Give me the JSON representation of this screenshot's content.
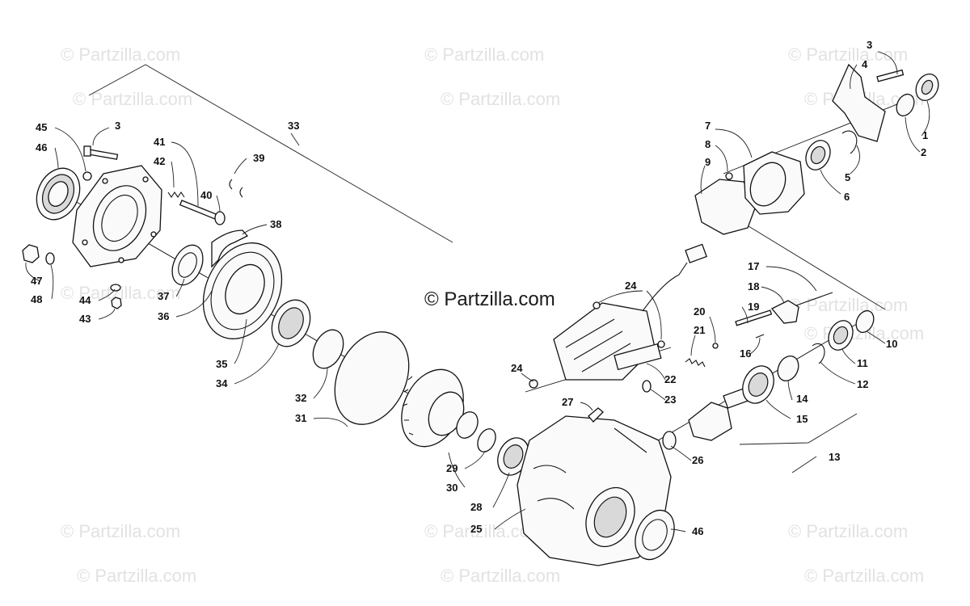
{
  "watermarks": {
    "small_text": "© Partzilla.com",
    "center_text": "© Partzilla.com"
  },
  "callouts": [
    {
      "id": "c1",
      "label": "1"
    },
    {
      "id": "c2",
      "label": "2"
    },
    {
      "id": "c3a",
      "label": "3"
    },
    {
      "id": "c4",
      "label": "4"
    },
    {
      "id": "c5",
      "label": "5"
    },
    {
      "id": "c6",
      "label": "6"
    },
    {
      "id": "c7",
      "label": "7"
    },
    {
      "id": "c8",
      "label": "8"
    },
    {
      "id": "c9",
      "label": "9"
    },
    {
      "id": "c10",
      "label": "10"
    },
    {
      "id": "c11",
      "label": "11"
    },
    {
      "id": "c12",
      "label": "12"
    },
    {
      "id": "c13",
      "label": "13"
    },
    {
      "id": "c14",
      "label": "14"
    },
    {
      "id": "c15",
      "label": "15"
    },
    {
      "id": "c16",
      "label": "16"
    },
    {
      "id": "c17",
      "label": "17"
    },
    {
      "id": "c18",
      "label": "18"
    },
    {
      "id": "c19",
      "label": "19"
    },
    {
      "id": "c20",
      "label": "20"
    },
    {
      "id": "c21",
      "label": "21"
    },
    {
      "id": "c22",
      "label": "22"
    },
    {
      "id": "c23",
      "label": "23"
    },
    {
      "id": "c24a",
      "label": "24"
    },
    {
      "id": "c24b",
      "label": "24"
    },
    {
      "id": "c25",
      "label": "25"
    },
    {
      "id": "c26",
      "label": "26"
    },
    {
      "id": "c27",
      "label": "27"
    },
    {
      "id": "c28",
      "label": "28"
    },
    {
      "id": "c29",
      "label": "29"
    },
    {
      "id": "c30",
      "label": "30"
    },
    {
      "id": "c31",
      "label": "31"
    },
    {
      "id": "c32",
      "label": "32"
    },
    {
      "id": "c33",
      "label": "33"
    },
    {
      "id": "c34",
      "label": "34"
    },
    {
      "id": "c35",
      "label": "35"
    },
    {
      "id": "c36",
      "label": "36"
    },
    {
      "id": "c37",
      "label": "37"
    },
    {
      "id": "c38",
      "label": "38"
    },
    {
      "id": "c39",
      "label": "39"
    },
    {
      "id": "c40",
      "label": "40"
    },
    {
      "id": "c41",
      "label": "41"
    },
    {
      "id": "c42",
      "label": "42"
    },
    {
      "id": "c3b",
      "label": "3"
    },
    {
      "id": "c43",
      "label": "43"
    },
    {
      "id": "c44",
      "label": "44"
    },
    {
      "id": "c45",
      "label": "45"
    },
    {
      "id": "c46a",
      "label": "46"
    },
    {
      "id": "c46b",
      "label": "46"
    },
    {
      "id": "c47",
      "label": "47"
    },
    {
      "id": "c48",
      "label": "48"
    }
  ]
}
